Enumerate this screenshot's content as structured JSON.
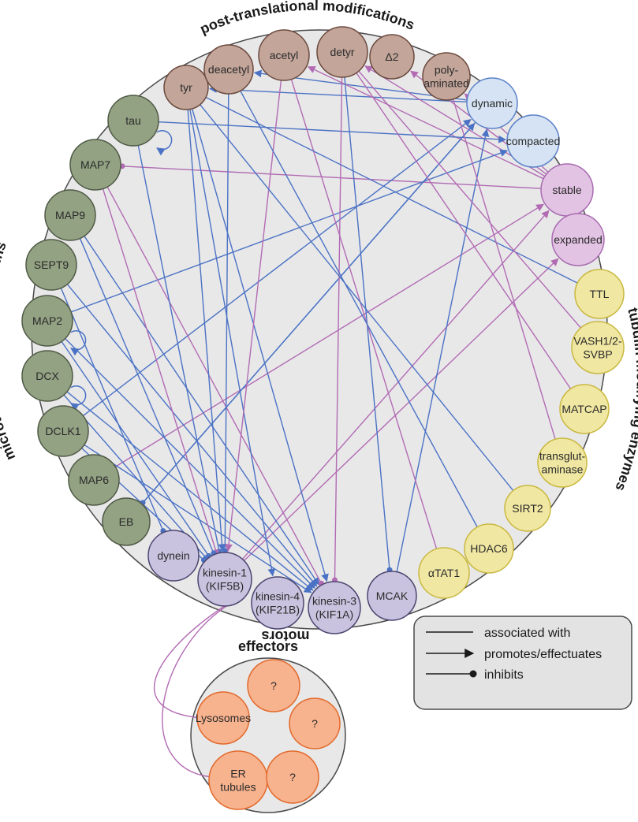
{
  "colors": {
    "background_circle": "#e8e8e9",
    "outline": "#4a4a4a",
    "blue_edge": "#4b72c4",
    "pink_edge": "#b26bb3",
    "ptm_fill": "#c3a59a",
    "ptm_stroke": "#6b4a3e",
    "map_fill": "#93a283",
    "map_stroke": "#4f5a45",
    "state_blue_fill": "#d5e3f4",
    "state_blue_stroke": "#5b82c8",
    "state_pink_fill": "#e3c3e4",
    "state_pink_stroke": "#a86cb0",
    "enzyme_fill": "#f0e7a2",
    "enzyme_stroke": "#c9b840",
    "motor_fill": "#c9c3df",
    "motor_stroke": "#4c4670",
    "effector_fill": "#f7b28e",
    "effector_stroke": "#e26a2c",
    "legend_fill": "#e3e3e4"
  },
  "groups": {
    "ptm": "post-translational modifications",
    "maps": "microtubule-associated proteins",
    "enzymes": "tubulin modifying enzymes",
    "motors": "motors",
    "effectors": "effectors"
  },
  "nodes": {
    "tyr": "tyr",
    "deacetyl": "deacetyl",
    "acetyl": "acetyl",
    "detyr": "detyr",
    "delta2": "Δ2",
    "polyam": [
      "poly-",
      "aminated"
    ],
    "dynamic": "dynamic",
    "compacted": "compacted",
    "stable": "stable",
    "expanded": "expanded",
    "tau": "tau",
    "map7": "MAP7",
    "map9": "MAP9",
    "sept9": "SEPT9",
    "map2": "MAP2",
    "dcx": "DCX",
    "dclk1": "DCLK1",
    "map6": "MAP6",
    "eb": "EB",
    "ttl": "TTL",
    "vash": [
      "VASH1/2-",
      "SVBP"
    ],
    "matcap": "MATCAP",
    "transglut": [
      "transglut-",
      "aminase"
    ],
    "sirt2": "SIRT2",
    "hdac6": "HDAC6",
    "atat1": "αTAT1",
    "dynein": "dynein",
    "kinesin1": [
      "kinesin-1",
      "(KIF5B)"
    ],
    "kinesin4": [
      "kinesin-4",
      "(KIF21B)"
    ],
    "kinesin3": [
      "kinesin-3",
      "(KIF1A)"
    ],
    "mcak": "MCAK",
    "lysosomes": "Lysosomes",
    "er": [
      "ER",
      "tubules"
    ],
    "q1": "?",
    "q2": "?",
    "q3": "?"
  },
  "legend": {
    "associated": "associated with",
    "promotes": "promotes/effectuates",
    "inhibits": "inhibits"
  },
  "edges": [
    {
      "from": "dynamic",
      "to": "tyr",
      "type": "promotes",
      "color": "blue"
    },
    {
      "from": "dynamic",
      "to": "deacetyl",
      "type": "promotes",
      "color": "blue"
    },
    {
      "from": "stable",
      "to": "acetyl",
      "type": "promotes",
      "color": "pink"
    },
    {
      "from": "stable",
      "to": "detyr",
      "type": "promotes",
      "color": "pink"
    },
    {
      "from": "stable",
      "to": "delta2",
      "type": "promotes",
      "color": "pink"
    },
    {
      "from": "stable",
      "to": "polyam",
      "type": "promotes",
      "color": "pink"
    },
    {
      "from": "tau",
      "to": "compacted",
      "type": "promotes",
      "color": "blue"
    },
    {
      "from": "tau",
      "to": "tau",
      "type": "self",
      "color": "blue"
    },
    {
      "from": "stable",
      "to": "map7",
      "type": "inhibits",
      "color": "pink"
    },
    {
      "from": "map2",
      "to": "compacted",
      "type": "promotes",
      "color": "blue"
    },
    {
      "from": "map2",
      "to": "map2",
      "type": "self",
      "color": "blue"
    },
    {
      "from": "dcx",
      "to": "dcx",
      "type": "self",
      "color": "blue"
    },
    {
      "from": "dclk1",
      "to": "dynamic",
      "type": "promotes",
      "color": "blue"
    },
    {
      "from": "map6",
      "to": "stable",
      "type": "promotes",
      "color": "pink"
    },
    {
      "from": "eb",
      "to": "dynamic",
      "type": "promotes",
      "color": "blue"
    },
    {
      "from": "dynamic",
      "to": "eb",
      "type": "inhibits",
      "color": "blue"
    },
    {
      "from": "kinesin1",
      "to": "stable",
      "type": "promotes",
      "color": "pink"
    },
    {
      "from": "kinesin1",
      "to": "expanded",
      "type": "promotes",
      "color": "pink"
    },
    {
      "from": "mcak",
      "to": "dynamic",
      "type": "promotes",
      "color": "blue"
    },
    {
      "from": "map9",
      "to": "kinesin3",
      "type": "promotes",
      "color": "blue"
    },
    {
      "from": "sept9",
      "to": "kinesin3",
      "type": "promotes",
      "color": "blue"
    },
    {
      "from": "map7",
      "to": "kinesin3",
      "type": "inhibits",
      "color": "pink"
    },
    {
      "from": "map2",
      "to": "kinesin3",
      "type": "promotes",
      "color": "blue"
    },
    {
      "from": "dcx",
      "to": "kinesin3",
      "type": "promotes",
      "color": "blue"
    },
    {
      "from": "dclk1",
      "to": "kinesin3",
      "type": "promotes",
      "color": "blue"
    },
    {
      "from": "tau",
      "to": "kinesin1",
      "type": "inhibits",
      "color": "blue"
    },
    {
      "from": "map7",
      "to": "kinesin1",
      "type": "inhibits",
      "color": "pink"
    },
    {
      "from": "map9",
      "to": "kinesin1",
      "type": "inhibits",
      "color": "blue"
    },
    {
      "from": "sept9",
      "to": "dynein",
      "type": "inhibits",
      "color": "blue"
    },
    {
      "from": "map2",
      "to": "kinesin1",
      "type": "inhibits",
      "color": "blue"
    },
    {
      "from": "dcx",
      "to": "kinesin1",
      "type": "inhibits",
      "color": "blue"
    },
    {
      "from": "dclk1",
      "to": "kinesin1",
      "type": "inhibits",
      "color": "blue"
    },
    {
      "from": "tyr",
      "to": "kinesin4",
      "type": "promotes",
      "color": "blue"
    },
    {
      "from": "tyr",
      "to": "kinesin3",
      "type": "promotes",
      "color": "blue"
    },
    {
      "from": "tyr",
      "to": "kinesin1",
      "type": "promotes",
      "color": "blue"
    },
    {
      "from": "deacetyl",
      "to": "kinesin1",
      "type": "inhibits",
      "color": "blue"
    },
    {
      "from": "acetyl",
      "to": "kinesin1",
      "type": "promotes",
      "color": "pink"
    },
    {
      "from": "detyr",
      "to": "mcak",
      "type": "inhibits",
      "color": "blue"
    },
    {
      "from": "detyr",
      "to": "kinesin3",
      "type": "inhibits",
      "color": "pink"
    },
    {
      "from": "acetyl",
      "to": "atat1",
      "type": "associated",
      "color": "pink"
    },
    {
      "from": "tyr",
      "to": "sirt2",
      "type": "associated",
      "color": "blue"
    },
    {
      "from": "tyr",
      "to": "ttl",
      "type": "associated",
      "color": "blue"
    },
    {
      "from": "detyr",
      "to": "vash",
      "type": "associated",
      "color": "pink"
    },
    {
      "from": "detyr",
      "to": "matcap",
      "type": "associated",
      "color": "pink"
    },
    {
      "from": "polyam",
      "to": "transglut",
      "type": "associated",
      "color": "pink"
    },
    {
      "from": "deacetyl",
      "to": "hdac6",
      "type": "associated",
      "color": "blue"
    },
    {
      "from": "kinesin1",
      "to": "lysosomes",
      "type": "associated",
      "color": "pink"
    },
    {
      "from": "kinesin1",
      "to": "er",
      "type": "associated",
      "color": "pink"
    }
  ]
}
